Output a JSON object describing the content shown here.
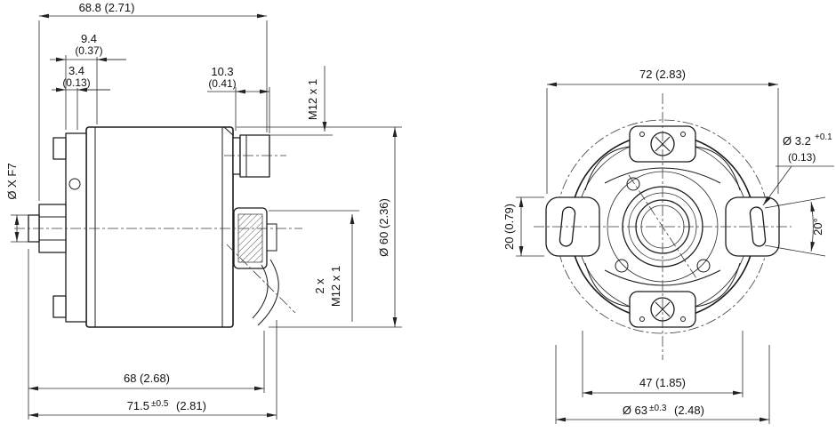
{
  "side_view": {
    "overall_top": "68.8 (2.71)",
    "offset_mm": "9.4",
    "offset_in": "(0.37)",
    "flange_mm": "3.4",
    "flange_in": "(0.13)",
    "connector_mm": "10.3",
    "connector_in": "(0.41)",
    "thread_top": "M12 x 1",
    "shaft_label": "Ø X F7",
    "body_dia": "Ø 60 (2.36)",
    "qty_label": "2 x",
    "thread_side": "M12 x 1",
    "body_len": "68 (2.68)",
    "overall_len": "71.5",
    "overall_tol": "±0.5",
    "overall_in2": "(2.81)"
  },
  "front_view": {
    "width": "72 (2.83)",
    "hole_dia": "Ø 3.2",
    "hole_tol": "+0.1",
    "hole_in": "(0.13)",
    "ear_height": "20 (0.79)",
    "slot_angle": "20°",
    "clamp_width": "47 (1.85)",
    "flange_dia": "Ø 63",
    "flange_tol": "±0.3",
    "flange_in": "(2.48)"
  }
}
